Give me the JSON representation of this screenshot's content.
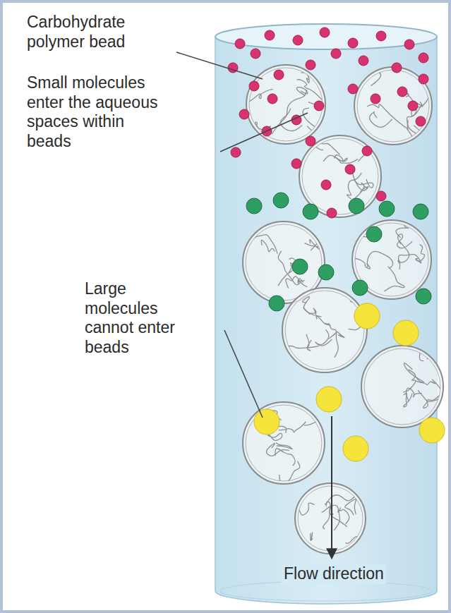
{
  "diagram": {
    "labels": [
      "Carbohydrate polymer bead",
      "Small molecules enter the aqueous spaces within beads",
      "Large molecules cannot enter beads",
      "Flow direction"
    ]
  }
}
